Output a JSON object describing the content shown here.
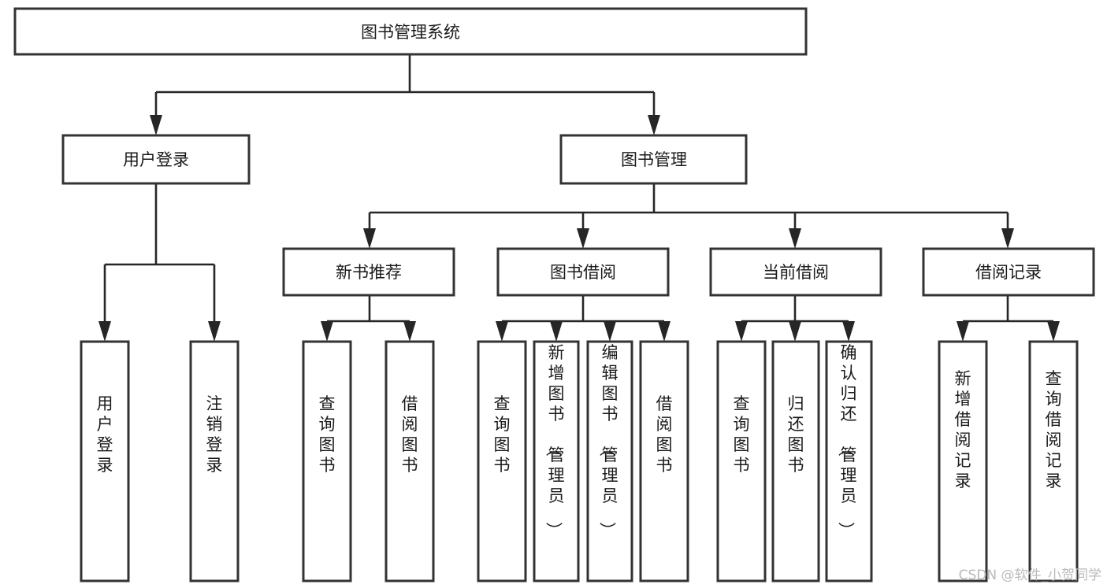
{
  "diagram": {
    "title": "图书管理系统",
    "type": "tree-hierarchy-chart",
    "colors": {
      "box_stroke": "#333333",
      "box_fill": "#ffffff",
      "connector": "#262626",
      "text": "#1a1a1a",
      "watermark": "#b9b9b9",
      "background": "#ffffff"
    },
    "nodes": {
      "root": {
        "label": "图书管理系统"
      },
      "level2": [
        {
          "id": "user-login",
          "label": "用户登录"
        },
        {
          "id": "book-management",
          "label": "图书管理"
        }
      ],
      "level3": [
        {
          "id": "new-book-recommend",
          "label": "新书推荐"
        },
        {
          "id": "book-borrow",
          "label": "图书借阅"
        },
        {
          "id": "current-borrow",
          "label": "当前借阅"
        },
        {
          "id": "borrow-record",
          "label": "借阅记录"
        }
      ],
      "level4": {
        "user_login_children": [
          {
            "id": "leaf-user-login",
            "label": "用户登录"
          },
          {
            "id": "leaf-user-logout",
            "label": "注销登录"
          }
        ],
        "new_book_children": [
          {
            "id": "leaf-query-book-1",
            "label": "查询图书"
          },
          {
            "id": "leaf-borrow-book-1",
            "label": "借阅图书"
          }
        ],
        "book_borrow_children": [
          {
            "id": "leaf-query-book-2",
            "label": "查询图书"
          },
          {
            "id": "leaf-add-book",
            "label": "新增图书（管理员）"
          },
          {
            "id": "leaf-edit-book",
            "label": "编辑图书（管理员）"
          },
          {
            "id": "leaf-borrow-book-2",
            "label": "借阅图书"
          }
        ],
        "current_borrow_children": [
          {
            "id": "leaf-query-book-3",
            "label": "查询图书"
          },
          {
            "id": "leaf-return-book",
            "label": "归还图书"
          },
          {
            "id": "leaf-confirm-return",
            "label": "确认归还（管理员）"
          }
        ],
        "borrow_record_children": [
          {
            "id": "leaf-add-record",
            "label": "新增借阅记录"
          },
          {
            "id": "leaf-query-record",
            "label": "查询借阅记录"
          }
        ]
      }
    },
    "watermark": "CSDN @软件_小贺同学"
  }
}
